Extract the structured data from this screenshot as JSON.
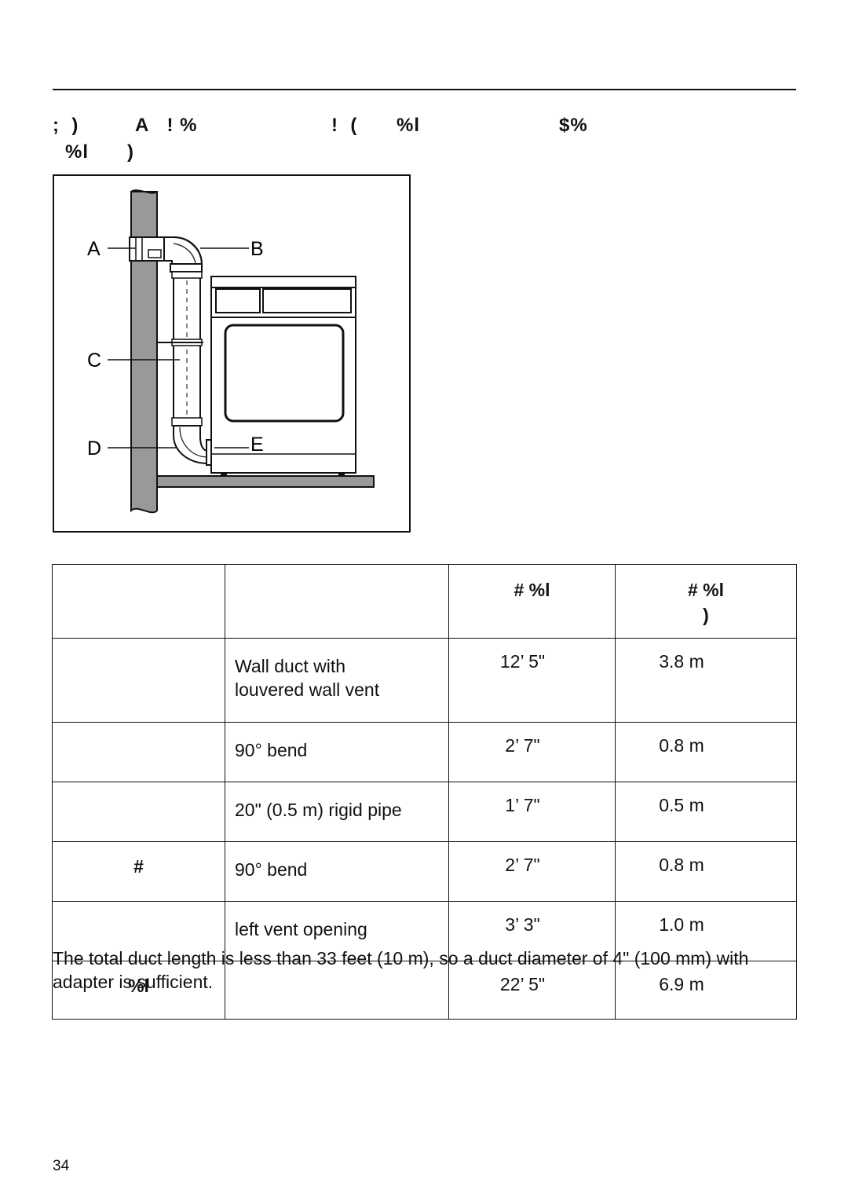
{
  "heading": {
    "line1_parts": [
      ";  )",
      "A   ! %",
      "!  (",
      "%l",
      "$%"
    ],
    "line2_parts": [
      "%l",
      ")"
    ]
  },
  "figure": {
    "labels": {
      "a": "A",
      "b": "B",
      "c": "C",
      "d": "D",
      "e": "E"
    }
  },
  "table": {
    "header": {
      "col3": "# %l",
      "col4_line1": "# %l",
      "col4_line2": ")"
    },
    "rows": [
      {
        "code": "",
        "description": "Wall duct with louvered wall vent",
        "imperial": "12’ 5\"",
        "metric": "3.8 m"
      },
      {
        "code": "",
        "description": "90° bend",
        "imperial": "2’ 7\"",
        "metric": "0.8 m"
      },
      {
        "code": "",
        "description": "20\" (0.5 m) rigid pipe",
        "imperial": "1’ 7\"",
        "metric": "0.5 m"
      },
      {
        "code": "#",
        "description": "90° bend",
        "imperial": "2’ 7\"",
        "metric": "0.8 m"
      },
      {
        "code": "",
        "description": "left vent opening",
        "imperial": "3’ 3\"",
        "metric": "1.0 m"
      }
    ],
    "total": {
      "label": "%l",
      "imperial": "22’ 5\"",
      "metric": "6.9 m"
    }
  },
  "note": "The total duct length is less than 33 feet (10 m), so a duct diameter of 4\" (100 mm) with adapter is sufficient.",
  "page_number": "34"
}
